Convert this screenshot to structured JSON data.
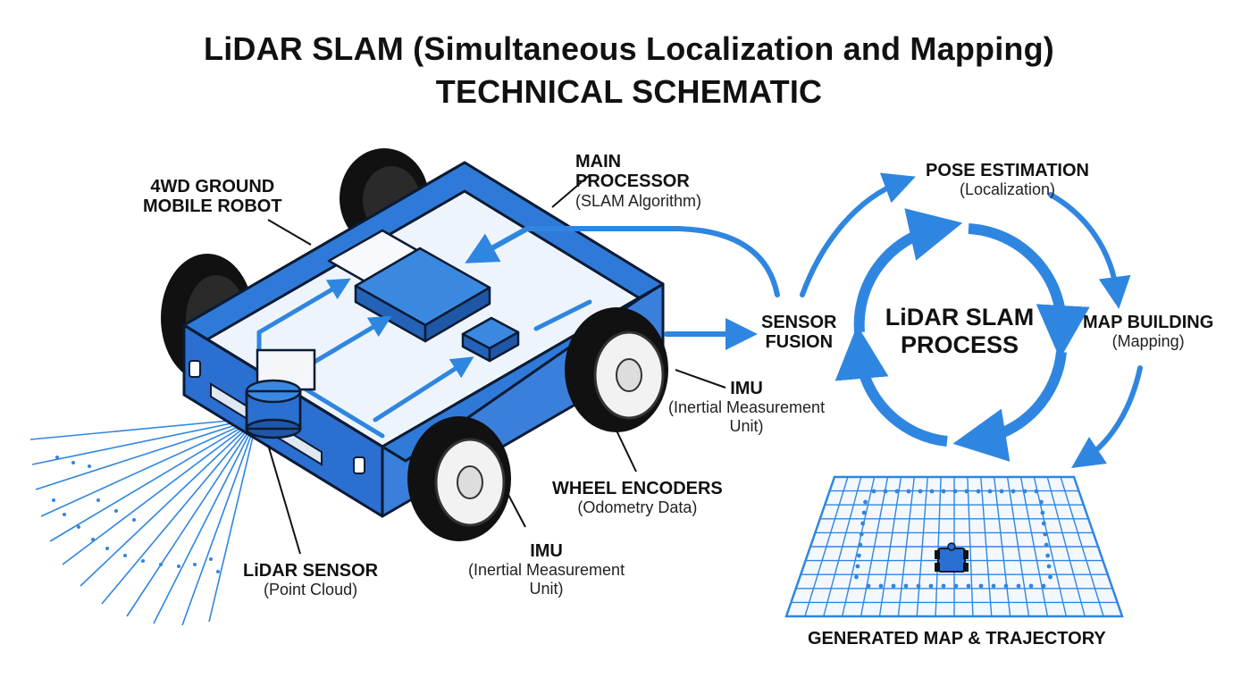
{
  "title": {
    "line1": "LiDAR SLAM (Simultaneous Localization and Mapping)",
    "line2": "TECHNICAL SCHEMATIC"
  },
  "labels": {
    "robot": {
      "line1": "4WD GROUND",
      "line2": "MOBILE ROBOT"
    },
    "processor": {
      "line1": "MAIN",
      "line2": "PROCESSOR",
      "sub": "(SLAM Algorithm)"
    },
    "lidar": {
      "title": "LiDAR SENSOR",
      "sub": "(Point Cloud)"
    },
    "encoders": {
      "title": "WHEEL ENCODERS",
      "sub": "(Odometry Data)"
    },
    "imu_upper": {
      "title": "IMU",
      "sub1": "(Inertial Measurement",
      "sub2": "Unit)"
    },
    "imu_lower": {
      "title": "IMU",
      "sub1": "(Inertial Measurement",
      "sub2": "Unit)"
    },
    "fusion": {
      "line1": "SENSOR",
      "line2": "FUSION"
    },
    "pose": {
      "title": "POSE ESTIMATION",
      "sub": "(Localization)"
    },
    "mapping": {
      "title": "MAP BUILDING",
      "sub": "(Mapping)"
    },
    "process": {
      "line1": "LiDAR SLAM",
      "line2": "PROCESS"
    },
    "map": {
      "title": "GENERATED MAP & TRAJECTORY"
    }
  },
  "colors": {
    "accent": "#2f86e0",
    "robot_body": "#2b6fd1",
    "robot_dark": "#1a4fa0",
    "tire": "#111111",
    "outline": "#0b1b33"
  }
}
